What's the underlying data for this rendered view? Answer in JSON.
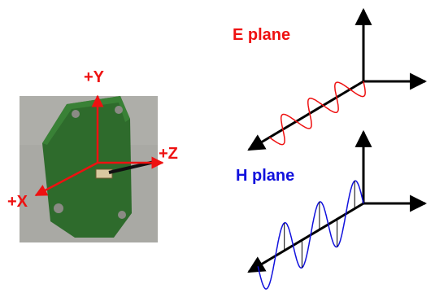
{
  "labels": {
    "e_plane": "E plane",
    "h_plane": "H plane",
    "axis_y": "+Y",
    "axis_z": "+Z",
    "axis_x": "+X"
  },
  "colors": {
    "e_plane": "#ee1111",
    "h_plane": "#1111dd",
    "antenna_axes": "#ee1111",
    "black": "#000000",
    "board": "#2e6b2c",
    "photo_bg": "#a9a9a4"
  },
  "icons": {
    "photo": "antenna-pcb-photo"
  }
}
